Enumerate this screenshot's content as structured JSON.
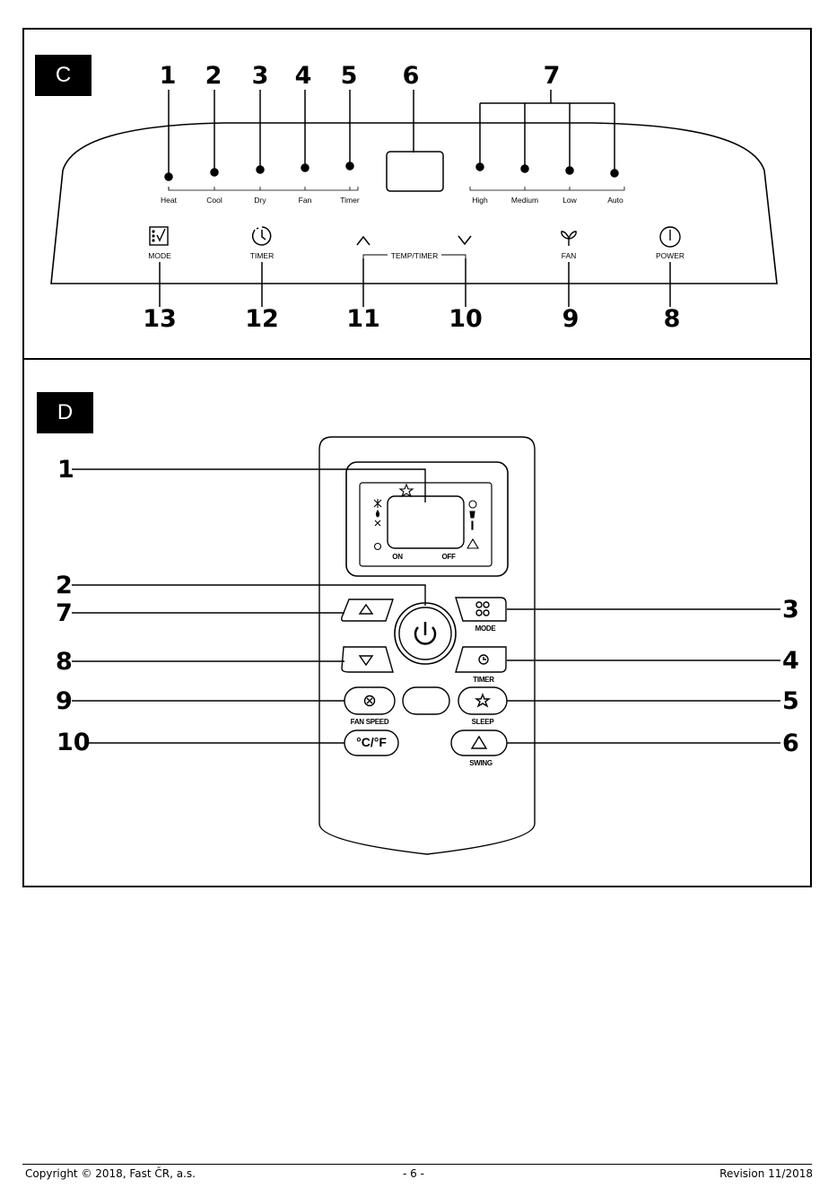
{
  "section_c": {
    "tag": "C",
    "callouts_top": [
      "1",
      "2",
      "3",
      "4",
      "5",
      "6",
      "7"
    ],
    "callouts_bottom": [
      "13",
      "12",
      "11",
      "10",
      "9",
      "8"
    ],
    "mode_indicators": [
      "Heat",
      "Cool",
      "Dry",
      "Fan",
      "Timer"
    ],
    "fan_indicators": [
      "High",
      "Medium",
      "Low",
      "Auto"
    ],
    "buttons": {
      "mode": "MODE",
      "timer": "TIMER",
      "temp_timer": "TEMP/TIMER",
      "fan": "FAN",
      "power": "POWER"
    }
  },
  "section_d": {
    "tag": "D",
    "callouts_left": [
      "1",
      "2",
      "7",
      "8",
      "9",
      "10"
    ],
    "callouts_right": [
      "3",
      "4",
      "5",
      "6"
    ],
    "display": {
      "on_label": "ON",
      "off_label": "OFF"
    },
    "button_labels": {
      "mode": "MODE",
      "timer": "TIMER",
      "fan_speed": "FAN SPEED",
      "sleep": "SLEEP",
      "swing": "SWING",
      "unit": "°C/°F"
    }
  },
  "footer": {
    "copyright": "Copyright © 2018, Fast ČR, a.s.",
    "page": "- 6 -",
    "revision": "Revision 11/2018"
  }
}
